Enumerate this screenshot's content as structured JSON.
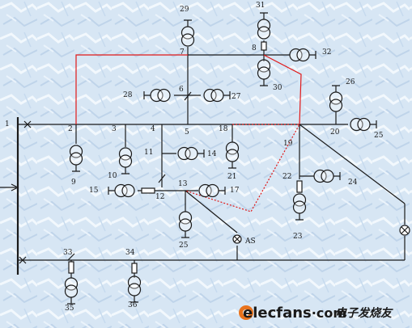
{
  "diagram": {
    "nodes": [
      {
        "id": "n1",
        "label": "1"
      },
      {
        "id": "n2",
        "label": "2"
      },
      {
        "id": "n3",
        "label": "3"
      },
      {
        "id": "n4",
        "label": "4"
      },
      {
        "id": "n5",
        "label": "5"
      },
      {
        "id": "n6",
        "label": "6"
      },
      {
        "id": "n7",
        "label": "7"
      },
      {
        "id": "n8",
        "label": "8"
      },
      {
        "id": "n9",
        "label": "9"
      },
      {
        "id": "n10",
        "label": "10"
      },
      {
        "id": "n11",
        "label": "11"
      },
      {
        "id": "n12",
        "label": "12"
      },
      {
        "id": "n13",
        "label": "13"
      },
      {
        "id": "n14",
        "label": "14"
      },
      {
        "id": "n15",
        "label": "15"
      },
      {
        "id": "n16",
        "label": "17"
      },
      {
        "id": "n17",
        "label": "18"
      },
      {
        "id": "n18",
        "label": "19"
      },
      {
        "id": "n19",
        "label": "20"
      },
      {
        "id": "n20",
        "label": "21"
      },
      {
        "id": "n21",
        "label": "22"
      },
      {
        "id": "n22",
        "label": "23"
      },
      {
        "id": "n23",
        "label": "24"
      },
      {
        "id": "n24",
        "label": "25"
      },
      {
        "id": "n25",
        "label": "25"
      },
      {
        "id": "n26",
        "label": "26"
      },
      {
        "id": "n27",
        "label": "27"
      },
      {
        "id": "n28",
        "label": "28"
      },
      {
        "id": "n29",
        "label": "29"
      },
      {
        "id": "n30",
        "label": "30"
      },
      {
        "id": "n31",
        "label": "31"
      },
      {
        "id": "n32",
        "label": "32"
      },
      {
        "id": "n33",
        "label": "33"
      },
      {
        "id": "n34",
        "label": "34"
      },
      {
        "id": "n35",
        "label": "35"
      },
      {
        "id": "n36",
        "label": "36"
      }
    ],
    "source_label": "AS",
    "line_color": "#1a1a1a",
    "highlight_color": "#e01818"
  },
  "watermark": {
    "site": "elecfans",
    "dot_com": "·com",
    "cn_text": "电子发烧友",
    "color_site": "#1a1a1a",
    "color_accent": "#e8721c"
  }
}
